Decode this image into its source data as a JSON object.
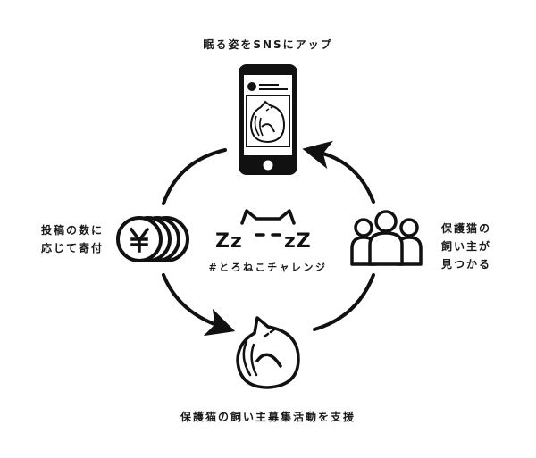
{
  "diagram": {
    "title_center": {
      "zz_left": "Zz",
      "zz_right": "zZ",
      "hashtag": "#とろねこチャレンジ"
    },
    "steps": [
      {
        "id": "upload",
        "position": "top",
        "icon": "smartphone-icon",
        "label": "眠る姿をSNSにアップ"
      },
      {
        "id": "donate",
        "position": "left",
        "icon": "yen-coins-icon",
        "label_lines": [
          "投稿の数に",
          "応じて寄付"
        ]
      },
      {
        "id": "support",
        "position": "bottom",
        "icon": "curled-cat-icon",
        "label": "保護猫の飼い主募集活動を支援"
      },
      {
        "id": "adopt",
        "position": "right",
        "icon": "people-group-icon",
        "label_lines": [
          "保護猫の",
          "飼い主が",
          "見つかる"
        ]
      }
    ],
    "flow": [
      "upload",
      "donate",
      "support",
      "adopt",
      "upload"
    ],
    "colors": {
      "stroke": "#111111",
      "background": "#ffffff"
    }
  }
}
